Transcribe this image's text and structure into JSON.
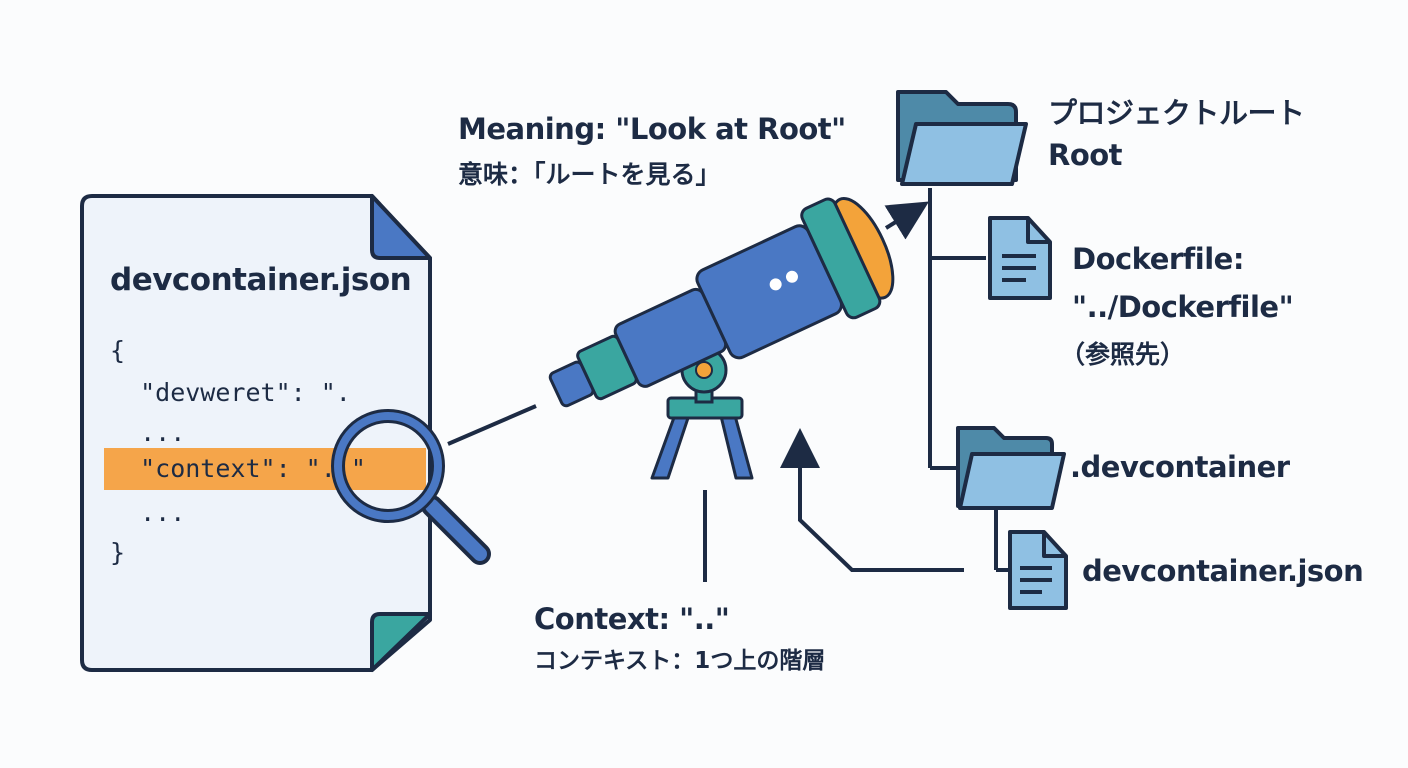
{
  "document": {
    "filename": "devcontainer.json",
    "code_lines": [
      "{",
      "  \"devweret\": \".",
      "  ...",
      "  \"context\": \"..\"",
      "  ...",
      "}"
    ]
  },
  "meaning": {
    "line1": "Meaning: \"Look at Root\"",
    "line2": "意味：「ルートを見る」"
  },
  "context": {
    "line1": "Context: \"..\"",
    "line2": "コンテキスト：1つ上の階層"
  },
  "tree": {
    "root_ja": "プロジェクトルート",
    "root_en": "Root",
    "dockerfile_line1": "Dockerfile:",
    "dockerfile_line2": "\"../Dockerfile\"",
    "dockerfile_line3": "（参照先）",
    "devcontainer_folder": ".devcontainer",
    "devcontainer_file": "devcontainer.json"
  },
  "colors": {
    "ink": "#1d2b44",
    "paper": "#eef3fa",
    "highlight": "#f5a54a",
    "blue": "#4a78c4",
    "teal": "#3aa6a0",
    "folder_dark": "#4e8aa8",
    "folder_light": "#8fc0e3",
    "orange": "#f3a33a"
  },
  "icons": [
    "document-icon",
    "magnifier-icon",
    "telescope-icon",
    "folder-icon",
    "file-icon",
    "arrow-icon"
  ]
}
